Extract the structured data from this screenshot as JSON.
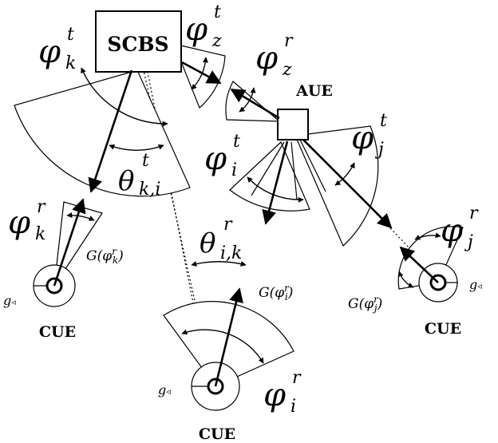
{
  "nodes": {
    "scbs": "SCBS",
    "aue": "AUE",
    "cue_left": "CUE",
    "cue_center": "CUE",
    "cue_right": "CUE"
  },
  "labels": {
    "phi": "φ",
    "theta": "θ",
    "sup_t": "t",
    "sup_r": "r",
    "sub_k": "k",
    "sub_z": "z",
    "sub_i": "i",
    "sub_j": "j",
    "sub_ki": "k,i",
    "sub_ik": "i,k",
    "g_prefix": "G(",
    "g_suffix": ")",
    "g_small": "g",
    "g_arrow": "◃"
  },
  "colors": {
    "ink": "#000000",
    "paper": "#ffffff"
  }
}
